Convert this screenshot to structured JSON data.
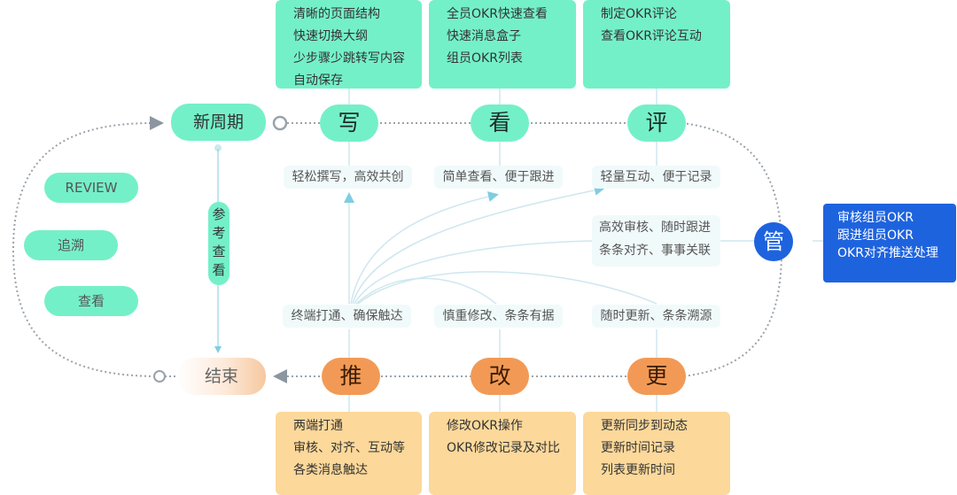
{
  "cycle": {
    "start": "新周期",
    "end": "结束",
    "reference": "参考查看",
    "side_pills": [
      "REVIEW",
      "追溯",
      "查看"
    ]
  },
  "stages_top": [
    {
      "name": "写",
      "chip": "轻松撰写，高效共创",
      "notes": [
        "清晰的页面结构",
        "快速切换大纲",
        "少步骤少跳转写内容",
        "自动保存"
      ]
    },
    {
      "name": "看",
      "chip": "简单查看、便于跟进",
      "notes": [
        "全员OKR快速查看",
        "快速消息盒子",
        "组员OKR列表"
      ]
    },
    {
      "name": "评",
      "chip": "轻量互动、便于记录",
      "notes": [
        "制定OKR评论",
        "查看OKR评论互动"
      ]
    }
  ],
  "stages_bottom": [
    {
      "name": "推",
      "chip": "终端打通、确保触达",
      "notes": [
        "两端打通",
        "审核、对齐、互动等",
        "各类消息触达"
      ]
    },
    {
      "name": "改",
      "chip": "慎重修改、条条有据",
      "notes": [
        "修改OKR操作",
        "OKR修改记录及对比"
      ]
    },
    {
      "name": "更",
      "chip": "随时更新、条条溯源",
      "notes": [
        "更新同步到动态",
        "更新时间记录",
        "列表更新时间"
      ]
    }
  ],
  "manage": {
    "name": "管",
    "chip_lines": [
      "高效审核、随时跟进",
      "条条对齐、事事关联"
    ],
    "notes": [
      "审核组员OKR",
      "跟进组员OKR",
      "OKR对齐推送处理"
    ]
  },
  "colors": {
    "green": "#74f0c8",
    "orange": "#f29a55",
    "light_orange": "#fcd89a",
    "blue": "#1e63de",
    "line": "#9aa3ab",
    "link": "#b7e6ef"
  }
}
